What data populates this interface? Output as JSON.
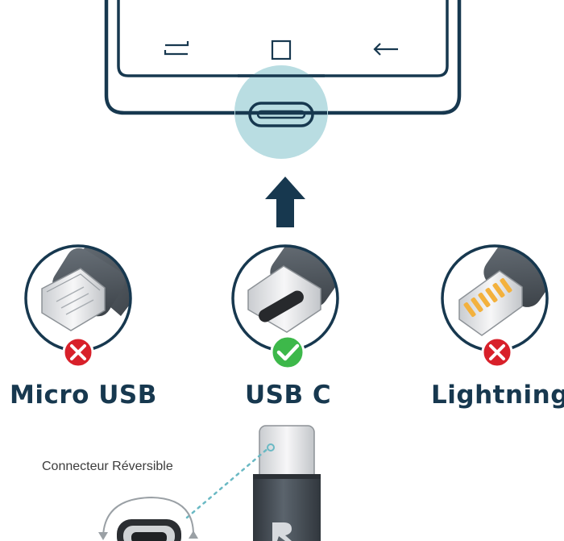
{
  "connectors": [
    {
      "label": "Micro USB",
      "status": "incompatible"
    },
    {
      "label": "USB C",
      "status": "compatible"
    },
    {
      "label": "Lightning",
      "status": "incompatible"
    }
  ],
  "callout": "Connecteur Réversible",
  "colors": {
    "outline": "#17384f",
    "port_highlight": "#b9dde2",
    "compatible": "#3db84a",
    "incompatible": "#d8202a",
    "cable": "#4b535b",
    "lightning_pins": "#f3b13d"
  },
  "icons": [
    "recent-apps-icon",
    "home-icon",
    "back-icon",
    "up-arrow-icon",
    "check-icon",
    "cross-icon",
    "rotate-arrows-icon"
  ]
}
